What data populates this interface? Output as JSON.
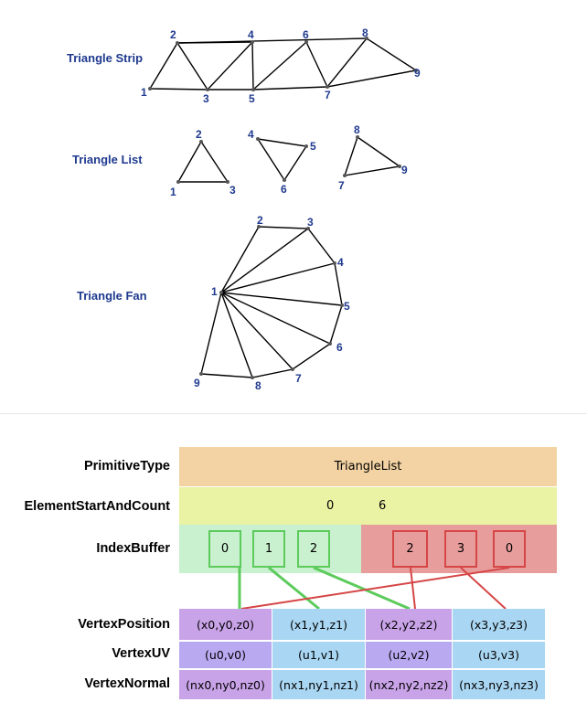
{
  "topology": {
    "strip": {
      "label": "Triangle Strip",
      "vertex_labels": [
        "1",
        "2",
        "3",
        "4",
        "5",
        "6",
        "7",
        "8",
        "9"
      ]
    },
    "list": {
      "label": "Triangle List",
      "vertex_labels": [
        "1",
        "2",
        "3",
        "4",
        "5",
        "6",
        "7",
        "8",
        "9"
      ]
    },
    "fan": {
      "label": "Triangle Fan",
      "vertex_labels": [
        "1",
        "2",
        "3",
        "4",
        "5",
        "6",
        "7",
        "8",
        "9"
      ]
    }
  },
  "buffer_diagram": {
    "primitive_type": {
      "label": "PrimitiveType",
      "value": "TriangleList"
    },
    "element_start_and_count": {
      "label": "ElementStartAndCount",
      "start": "0",
      "count": "6"
    },
    "index_buffer": {
      "label": "IndexBuffer",
      "first_triangle": [
        "0",
        "1",
        "2"
      ],
      "second_triangle": [
        "2",
        "3",
        "0"
      ]
    },
    "vertex_position": {
      "label": "VertexPosition",
      "cells": [
        "(x0,y0,z0)",
        "(x1,y1,z1)",
        "(x2,y2,z2)",
        "(x3,y3,z3)"
      ]
    },
    "vertex_uv": {
      "label": "VertexUV",
      "cells": [
        "(u0,v0)",
        "(u1,v1)",
        "(u2,v2)",
        "(u3,v3)"
      ]
    },
    "vertex_normal": {
      "label": "VertexNormal",
      "cells": [
        "(nx0,ny0,nz0)",
        "(nx1,ny1,nz1)",
        "(nx2,ny2,nz2)",
        "(nx3,ny3,nz3)"
      ]
    }
  },
  "colors": {
    "label_blue": "#1f3a8f",
    "primitive_band": "#f3d3a3",
    "element_band": "#e9f3a3",
    "index_green_bg": "#c9f0cf",
    "index_red_bg": "#e89d9d",
    "green_line": "#5ccb5c",
    "red_line": "#d64646",
    "position_row": "#c9a3e8",
    "uv_row": "#b8a9f0",
    "alt_blue": "#a9d6f2"
  }
}
